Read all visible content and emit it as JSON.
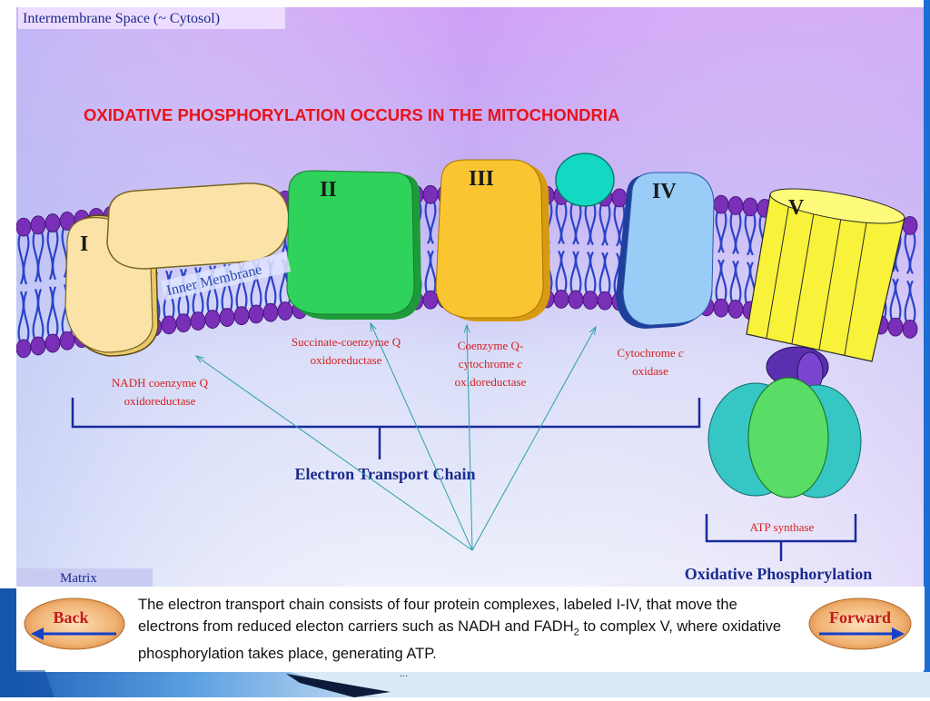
{
  "labels": {
    "intermembrane_space": "Intermembrane Space (~ Cytosol)",
    "title": "OXIDATIVE PHOSPHORYLATION OCCURS IN THE MITOCHONDRIA",
    "inner_membrane": "Inner Membrane",
    "complex_I": "I",
    "complex_II": "II",
    "complex_III": "III",
    "complex_IV": "IV",
    "complex_V": "V",
    "nadh_line1": "NADH coenzyme Q",
    "nadh_line2": "oxidoreductase",
    "succ_line1": "Succinate-coenzyme Q",
    "succ_line2": "oxidoreductase",
    "cq_line1": "Coenzyme Q-",
    "cq_line2_a": "cytochrome ",
    "cq_line2_b": "c",
    "cq_line3": "oxidoreductase",
    "cyt_line1_a": "Cytochrome ",
    "cyt_line1_b": "c",
    "cyt_line2": "oxidase",
    "etc": "Electron Transport Chain",
    "atp_synthase": "ATP synthase",
    "oxphos": "Oxidative Phosphorylation",
    "matrix": "Matrix"
  },
  "caption": {
    "part1": "The electron transport chain consists of four protein complexes, labeled I-IV, that move the electrons from reduced electon carriers such as NADH and FADH",
    "sub": "2",
    "part2": " to complex V, where oxidative phosphorylation takes place, generating ATP."
  },
  "nav": {
    "back_label": "Back",
    "forward_label": "Forward"
  },
  "footer": {
    "marker": "..."
  },
  "colors": {
    "title_red": "#e8141a",
    "label_red": "#d42020",
    "navy": "#1a2a8c",
    "lipid_head": "#7a2fb8",
    "lipid_tail": "#2a43c8"
  }
}
